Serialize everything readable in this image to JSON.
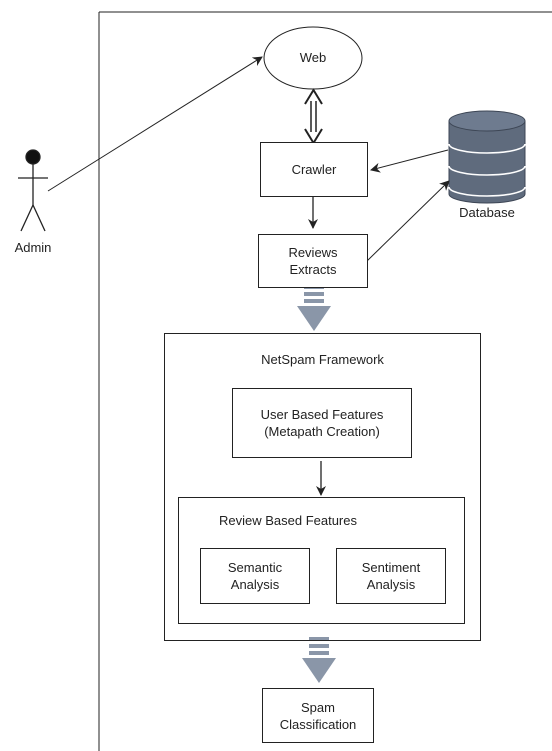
{
  "nodes": {
    "web": "Web",
    "crawler": "Crawler",
    "reviews_extracts": [
      "Reviews",
      "Extracts"
    ],
    "database": "Database",
    "admin": "Admin",
    "framework": "NetSpam Framework",
    "user_based": [
      "User Based Features",
      "(Metapath Creation)"
    ],
    "review_based": "Review Based Features",
    "semantic": [
      "Semantic",
      "Analysis"
    ],
    "sentiment": [
      "Sentiment",
      "Analysis"
    ],
    "spam": [
      "Spam",
      "Classification"
    ]
  },
  "colors": {
    "line": "#222222",
    "database_fill": "#5f6b7d",
    "database_stroke": "#3d4655",
    "flow_arrow": "#8a96a8"
  }
}
